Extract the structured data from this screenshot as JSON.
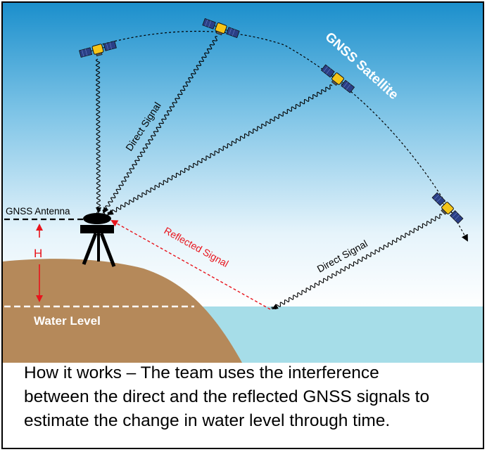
{
  "labels": {
    "gnss_satellite": "GNSS Satellite",
    "direct_signal_upper": "Direct Signal",
    "direct_signal_lower": "Direct Signal",
    "reflected_signal": "Reflected Signal",
    "gnss_antenna": "GNSS Antenna",
    "height": "H",
    "water_level": "Water Level"
  },
  "caption": {
    "line1": "How it works – The team uses the interference",
    "line2": "between the direct and the reflected GNSS signals to",
    "line3": "estimate the change in water level through time."
  },
  "colors": {
    "sky_top": "#1b8fcc",
    "sky_bottom": "#ffffff",
    "water": "#a6dde8",
    "land": "#b5895a",
    "reflected": "#e8141c",
    "satellite_body": "#f5c518",
    "solar_panel": "#2a3f86"
  }
}
